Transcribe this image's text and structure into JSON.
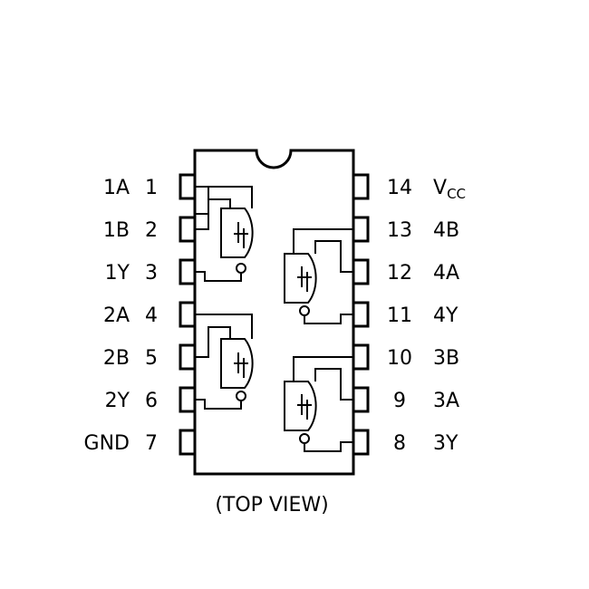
{
  "package": {
    "left_pins": [
      {
        "name": "1A",
        "number": "1"
      },
      {
        "name": "1B",
        "number": "2"
      },
      {
        "name": "1Y",
        "number": "3"
      },
      {
        "name": "2A",
        "number": "4"
      },
      {
        "name": "2B",
        "number": "5"
      },
      {
        "name": "2Y",
        "number": "6"
      },
      {
        "name": "GND",
        "number": "7"
      }
    ],
    "right_pins": [
      {
        "number": "14",
        "name": "V",
        "subscript": "CC"
      },
      {
        "number": "13",
        "name": "4B"
      },
      {
        "number": "12",
        "name": "4A"
      },
      {
        "number": "11",
        "name": "4Y"
      },
      {
        "number": "10",
        "name": "3B"
      },
      {
        "number": "9",
        "name": "3A"
      },
      {
        "number": "8",
        "name": "3Y"
      }
    ],
    "gates": [
      {
        "id": "gate-1",
        "type": "schmitt-trigger-nand",
        "icon": "schmitt-nand-gate-icon"
      },
      {
        "id": "gate-2",
        "type": "schmitt-trigger-nand",
        "icon": "schmitt-nand-gate-icon"
      },
      {
        "id": "gate-3",
        "type": "schmitt-trigger-nand",
        "icon": "schmitt-nand-gate-icon"
      },
      {
        "id": "gate-4",
        "type": "schmitt-trigger-nand",
        "icon": "schmitt-nand-gate-icon"
      }
    ]
  },
  "caption": "(TOP VIEW)"
}
